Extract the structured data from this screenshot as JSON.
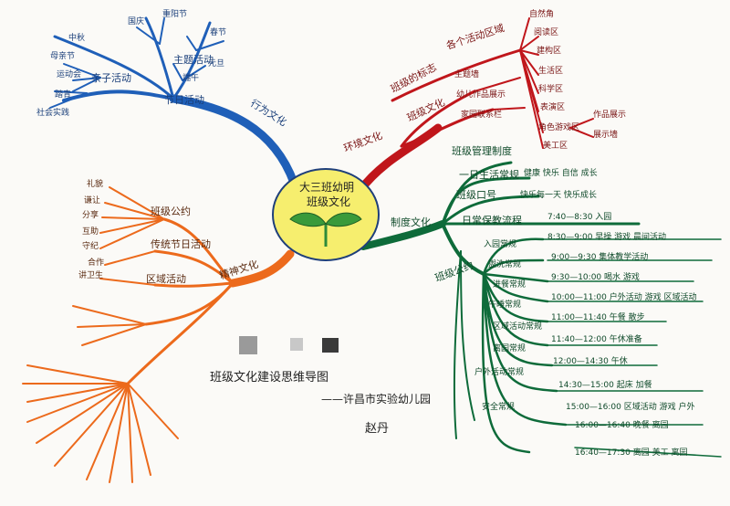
{
  "center": {
    "line1": "大三班幼明",
    "line2": "班级文化"
  },
  "branches": {
    "environment": {
      "label": "环境文化",
      "sub1": {
        "label": "班级的标志",
        "items": [
          "各个活动区域"
        ]
      },
      "sub2": {
        "label": "班级文化",
        "items": [
          "主题墙",
          "幼儿作品展示",
          "家园联系栏"
        ]
      },
      "leaves": [
        "自然角",
        "阅读区",
        "建构区",
        "生活区",
        "科学区",
        "表演区",
        "角色游戏区",
        "美工区",
        "作品展示",
        "展示墙"
      ]
    },
    "behavior": {
      "label": "行为文化",
      "sub": [
        "亲子活动",
        "主题活动",
        "节日活动"
      ],
      "leaves": [
        "母亲节",
        "中秋",
        "国庆",
        "重阳节",
        "春节",
        "端午",
        "元旦",
        "运动会",
        "踏青",
        "社会实践"
      ]
    },
    "spirit": {
      "label": "精神文化",
      "sub": [
        "班级公约",
        "传统节日活动",
        "区域活动"
      ],
      "leaves": [
        "礼貌",
        "谦让",
        "分享",
        "互助",
        "守纪",
        "合作",
        "讲卫生"
      ]
    },
    "system": {
      "label": "制度文化",
      "sub": [
        "班级管理制度",
        "班级口号",
        "日常保教流程",
        "班级公约"
      ],
      "leaves": [
        "快乐每一天 快乐成长",
        "健康 快乐 自信 成长"
      ],
      "schedule": [
        "7:40—8:30 入园",
        "8:30—9:00 早操 游戏 晨间活动",
        "9:00—9:30 集体教学活动",
        "9:30—10:00 喝水 游戏",
        "10:00—11:00 户外活动 游戏 区域活动",
        "11:00—11:40 午餐 散步",
        "11:40—12:00 午休准备",
        "12:00—14:30 午休",
        "14:30—15:00 起床 加餐",
        "15:00—16:00 区域活动 游戏 户外",
        "16:00—16:40 晚餐 离园",
        "16:40—17:30 离园 美工 离园"
      ],
      "rules": [
        "一日生活常规",
        "入园常规",
        "盥洗常规",
        "进餐常规",
        "午睡常规",
        "区域活动常规",
        "离园常规",
        "户外活动常规",
        "安全常规"
      ]
    }
  },
  "footer": {
    "title": "班级文化建设思维导图",
    "institution": "——许昌市实验幼儿园",
    "author": "赵丹"
  },
  "colors": {
    "blue": "#1f5fb8",
    "red": "#c0161b",
    "green": "#0e6b3a",
    "orange": "#ec6a1c",
    "center": "#f6ee6e"
  }
}
